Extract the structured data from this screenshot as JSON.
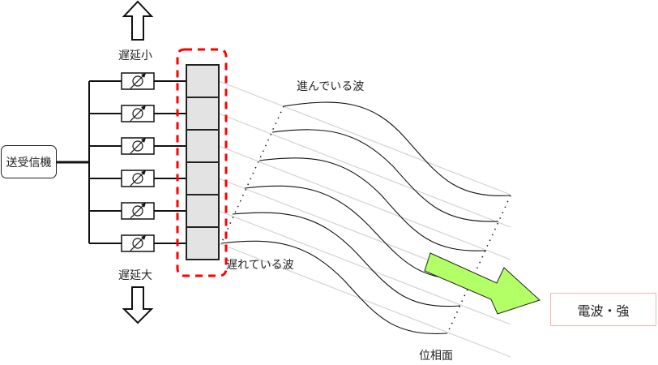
{
  "labels": {
    "transceiver": "送受信機",
    "delay_small": "遅延小",
    "delay_large": "遅延大",
    "advancing_wave": "進んでいる波",
    "delayed_wave": "遅れている波",
    "phase_front": "位相面",
    "radio_strong": "電波・強"
  },
  "phase_shifters": {
    "count": 6,
    "symbol": "variable-phase-shifter-icon"
  },
  "antenna_elements": {
    "count": 6
  },
  "colors": {
    "highlight_dash": "#ff0000",
    "element_fill": "#e3e3e3",
    "beam_arrow": "#b3ff66",
    "output_border": "#f1b8b8",
    "ray_lines": "#d0d0d0"
  }
}
